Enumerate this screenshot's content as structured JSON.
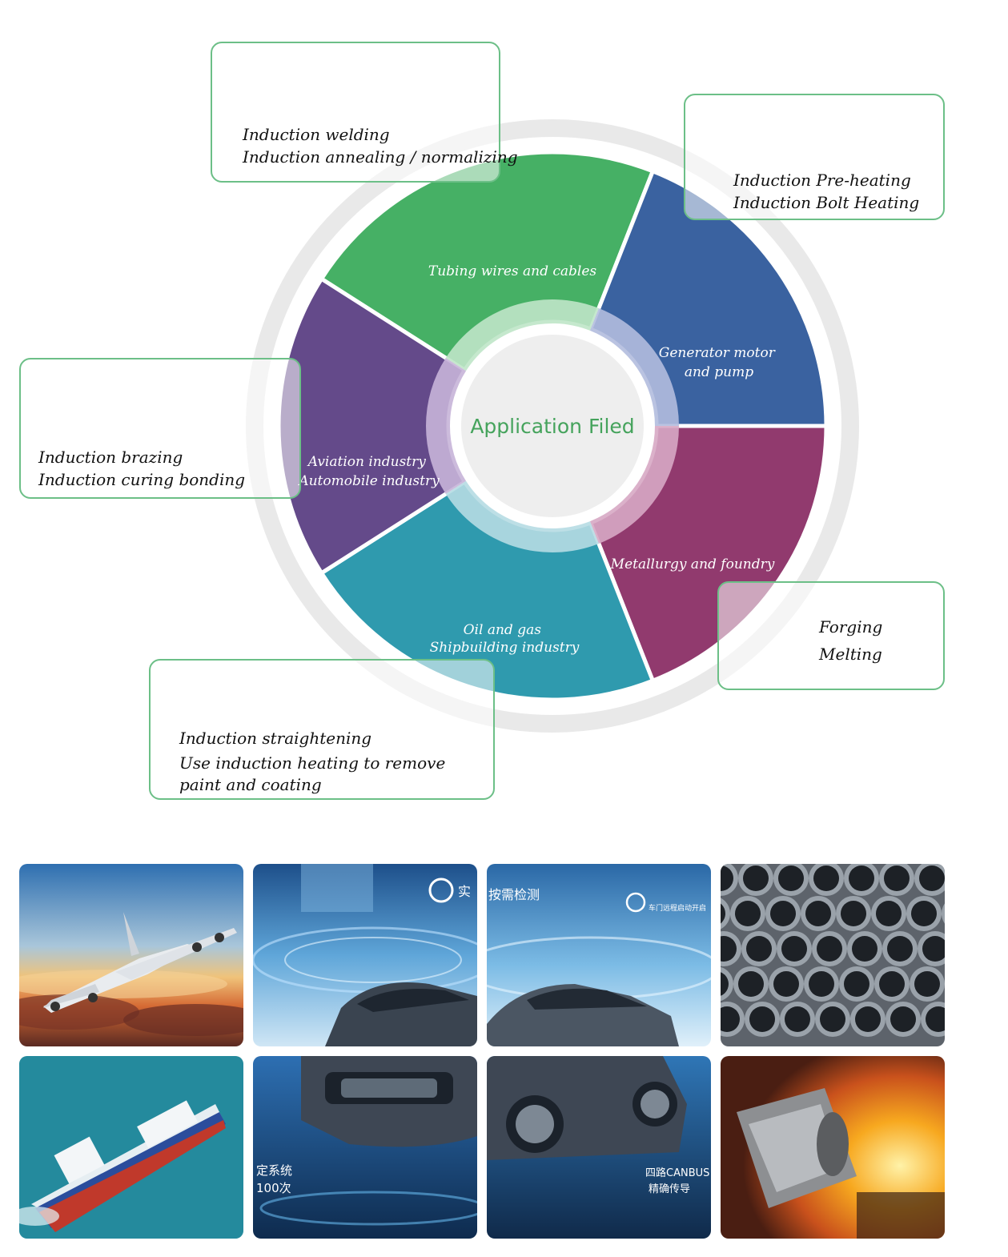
{
  "center_title": "Application Filed",
  "segments": [
    {
      "id": "tubing",
      "lines": [
        "Tubing wires and cables"
      ],
      "color": "#46b065"
    },
    {
      "id": "generator",
      "lines": [
        "Generator motor",
        "and pump"
      ],
      "color": "#3a62a0"
    },
    {
      "id": "metallurgy",
      "lines": [
        "Metallurgy and foundry"
      ],
      "color": "#913a6e"
    },
    {
      "id": "oil",
      "lines": [
        "Oil and gas",
        "Shipbuilding industry"
      ],
      "color": "#2f9aae"
    },
    {
      "id": "aviation",
      "lines": [
        "Aviation industry",
        "Automobile industry"
      ],
      "color": "#644a8a"
    }
  ],
  "callouts": {
    "welding": [
      "Induction welding",
      "Induction annealing / normalizing"
    ],
    "preheat": [
      "Induction Pre-heating",
      "Induction Bolt Heating"
    ],
    "brazing": [
      "Induction brazing",
      "Induction curing bonding"
    ],
    "forging": [
      "Forging",
      "Melting"
    ],
    "straightening": [
      "Induction straightening",
      "Use induction heating to remove",
      "paint and coating"
    ]
  },
  "photos": {
    "car_screen_texts": [
      "实",
      "按需检测",
      "车门远程启动开启"
    ],
    "car_bottom_texts": [
      "定系统",
      "100次",
      "四路CANBUS",
      "精确传导"
    ]
  }
}
